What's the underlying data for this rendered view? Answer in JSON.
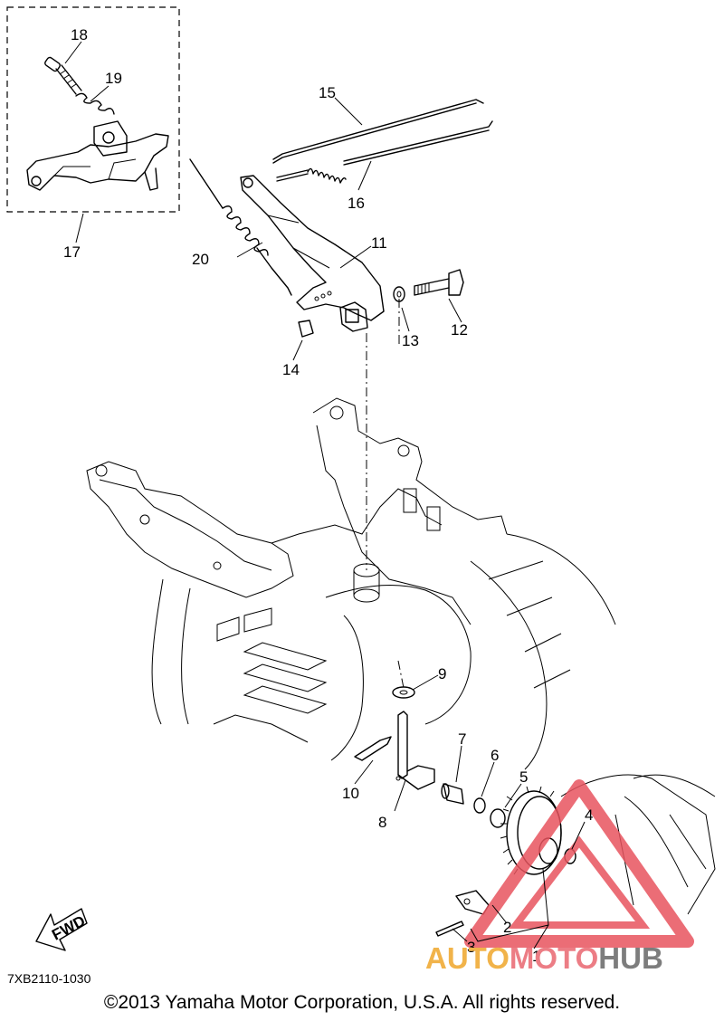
{
  "diagram": {
    "callouts": [
      {
        "n": "1"
      },
      {
        "n": "2"
      },
      {
        "n": "3"
      },
      {
        "n": "4"
      },
      {
        "n": "5"
      },
      {
        "n": "6"
      },
      {
        "n": "7"
      },
      {
        "n": "8"
      },
      {
        "n": "9"
      },
      {
        "n": "10"
      },
      {
        "n": "11"
      },
      {
        "n": "12"
      },
      {
        "n": "13"
      },
      {
        "n": "14"
      },
      {
        "n": "15"
      },
      {
        "n": "16"
      },
      {
        "n": "17"
      },
      {
        "n": "18"
      },
      {
        "n": "19"
      },
      {
        "n": "20"
      }
    ],
    "fwd_label": "FWD",
    "drawing_code": "7XB2110-1030",
    "copyright": "©2013 Yamaha Motor Corporation, U.S.A. All rights reserved."
  },
  "watermark": {
    "part1": "AUTO",
    "part2": "MOTO",
    "part3": "HUB",
    "colors": {
      "part1": "#f1b34a",
      "part2": "#ec7d85",
      "part3": "#7d7d7d",
      "triangle": "#e8545f"
    }
  }
}
